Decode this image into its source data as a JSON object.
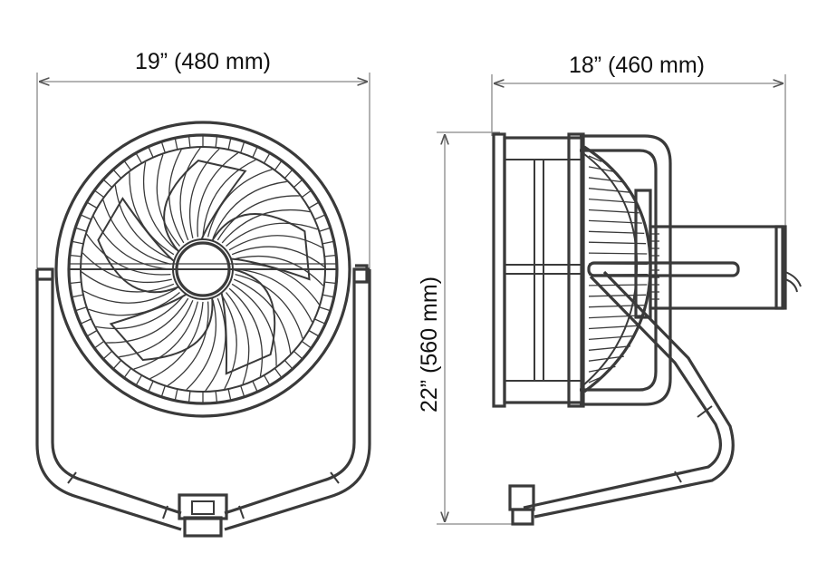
{
  "dimensions": {
    "width_label": "19” (480 mm)",
    "depth_label": "18” (460 mm)",
    "height_label": "22” (560 mm)"
  }
}
